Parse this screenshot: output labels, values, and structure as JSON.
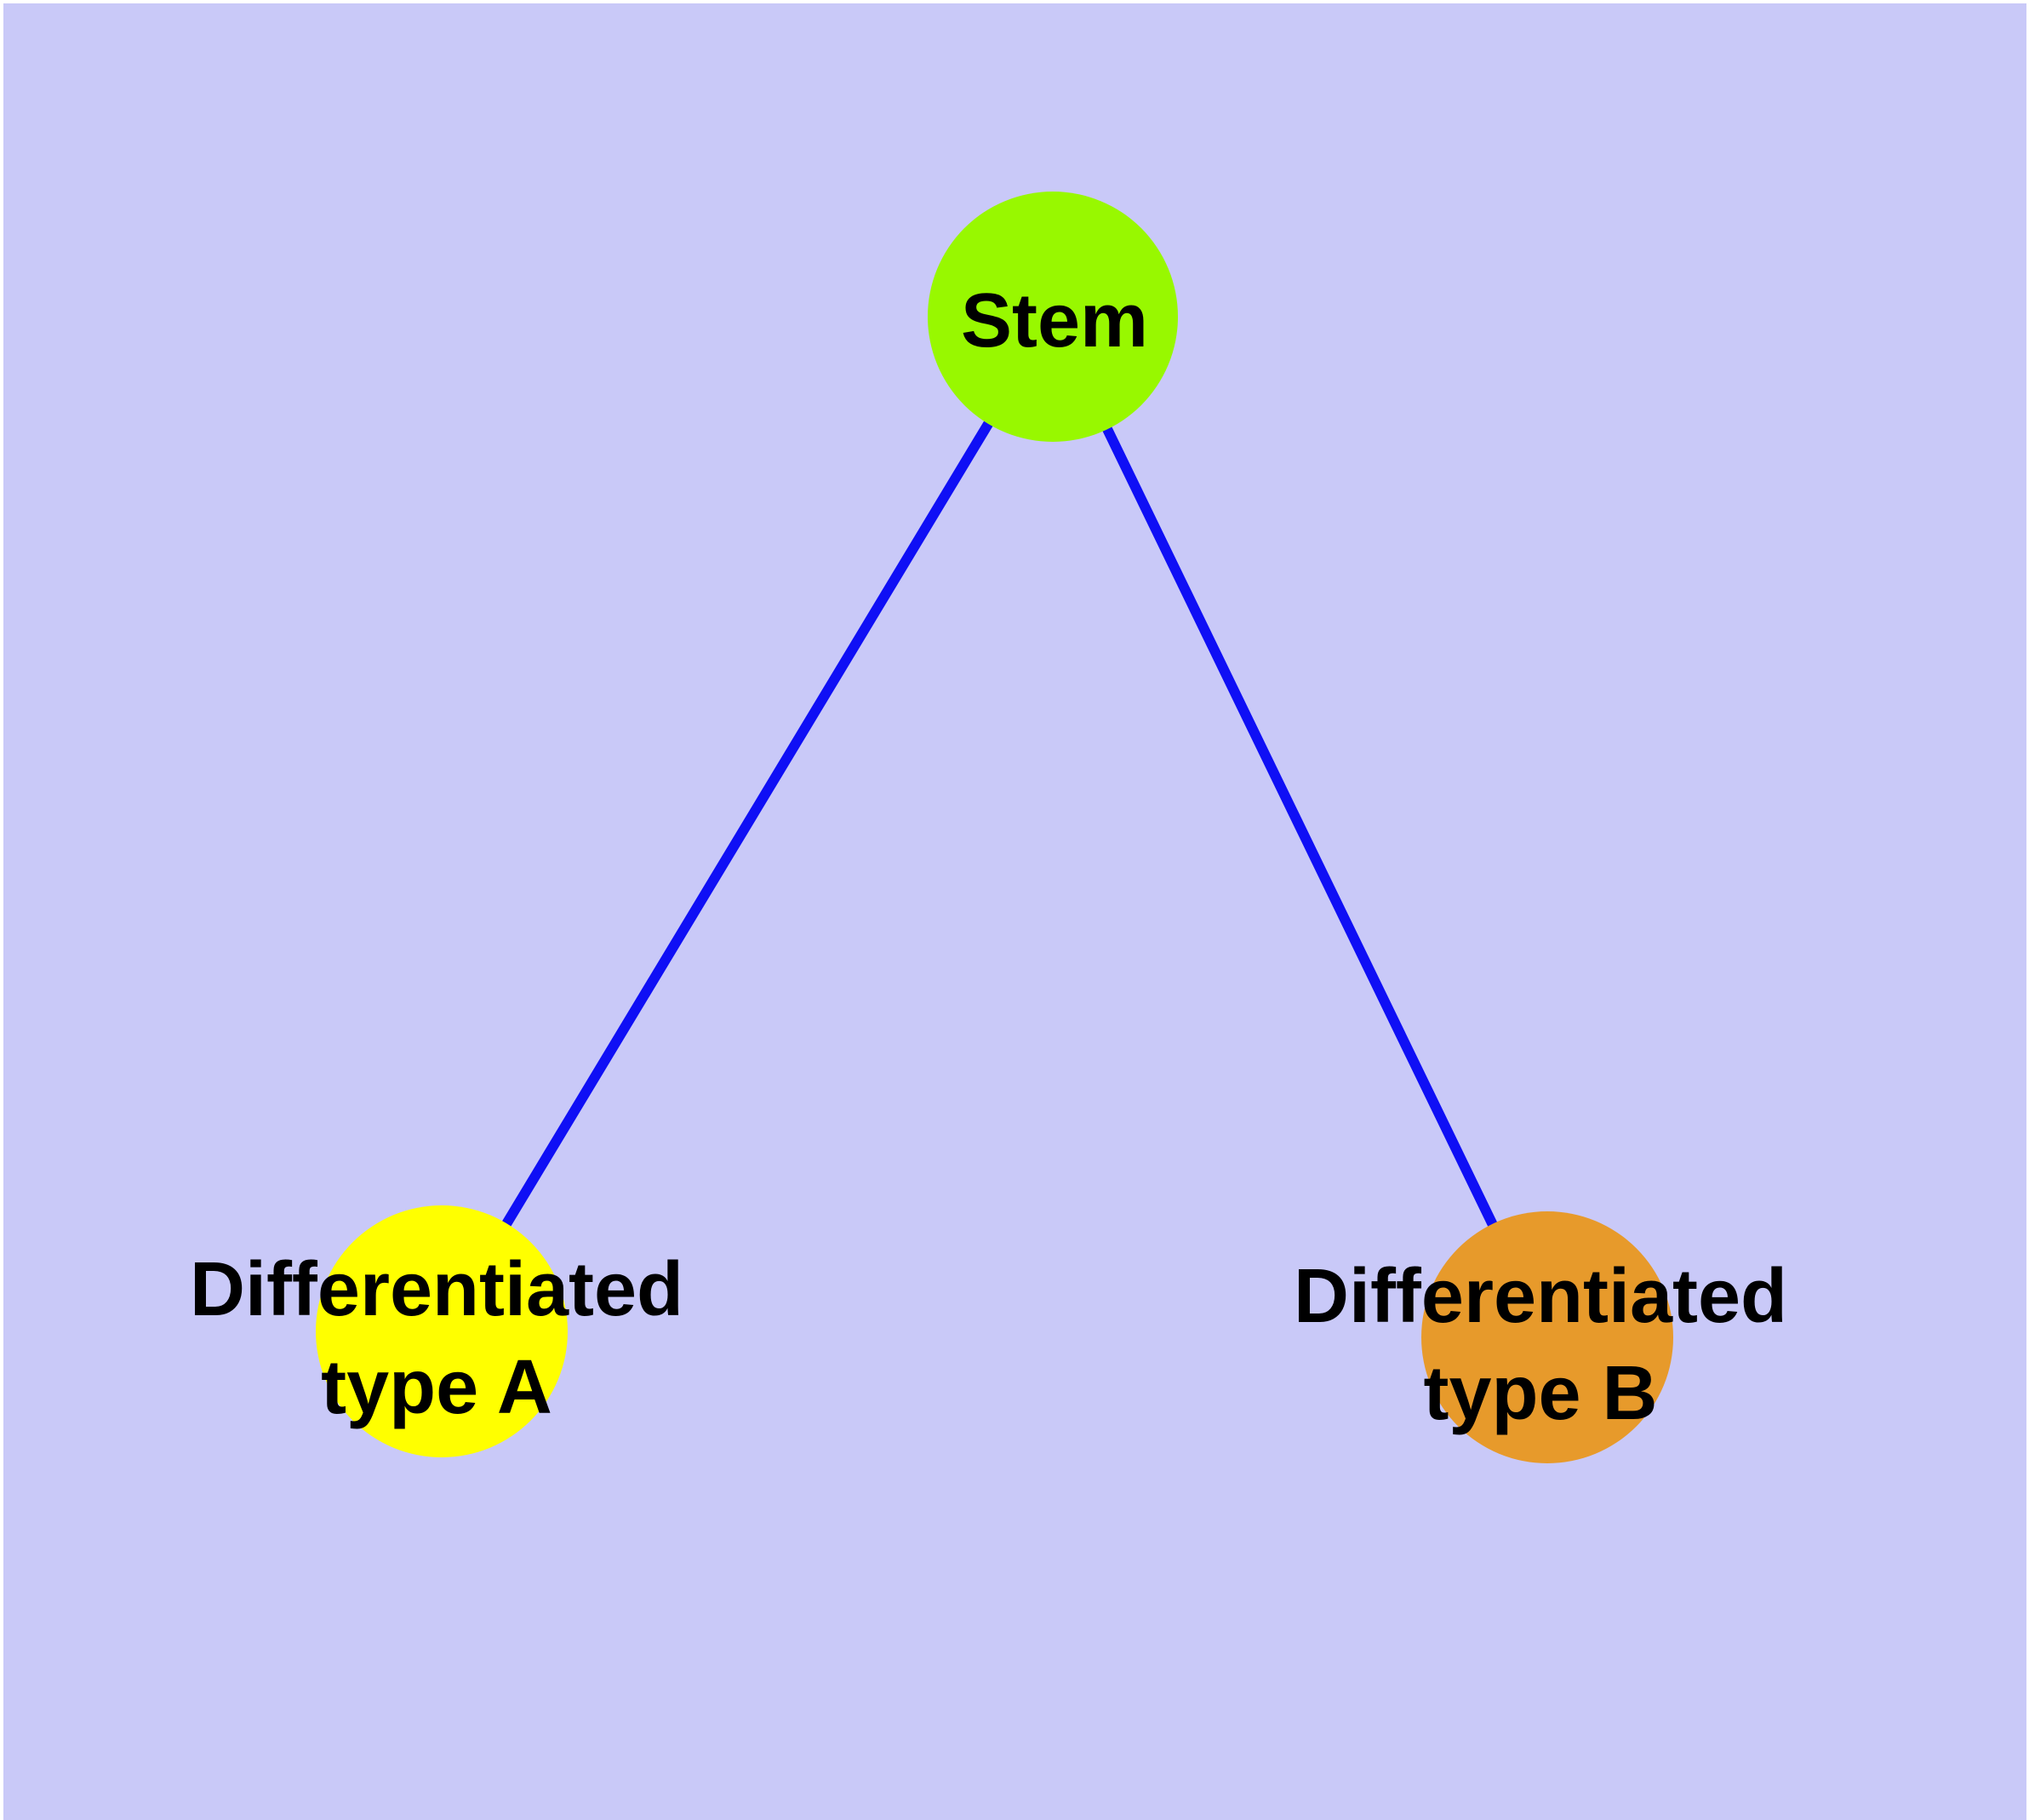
{
  "diagram": {
    "background_color": "#c9c9f8",
    "edge_color": "#0f0ff5",
    "node_border_color": "#717171",
    "label_color": "#000000",
    "nodes": [
      {
        "id": "stem",
        "label": "Stem",
        "fill": "#98f800"
      },
      {
        "id": "type-a",
        "label_line1": "Differentiated",
        "label_line2": "type A",
        "fill": "#ffff00"
      },
      {
        "id": "type-b",
        "label_line1": "Differentiated",
        "label_line2": "type B",
        "fill": "#e79a2b"
      }
    ],
    "edges": [
      {
        "from": "Stem",
        "to": "Differentiated type A"
      },
      {
        "from": "Stem",
        "to": "Differentiated type B"
      }
    ]
  }
}
